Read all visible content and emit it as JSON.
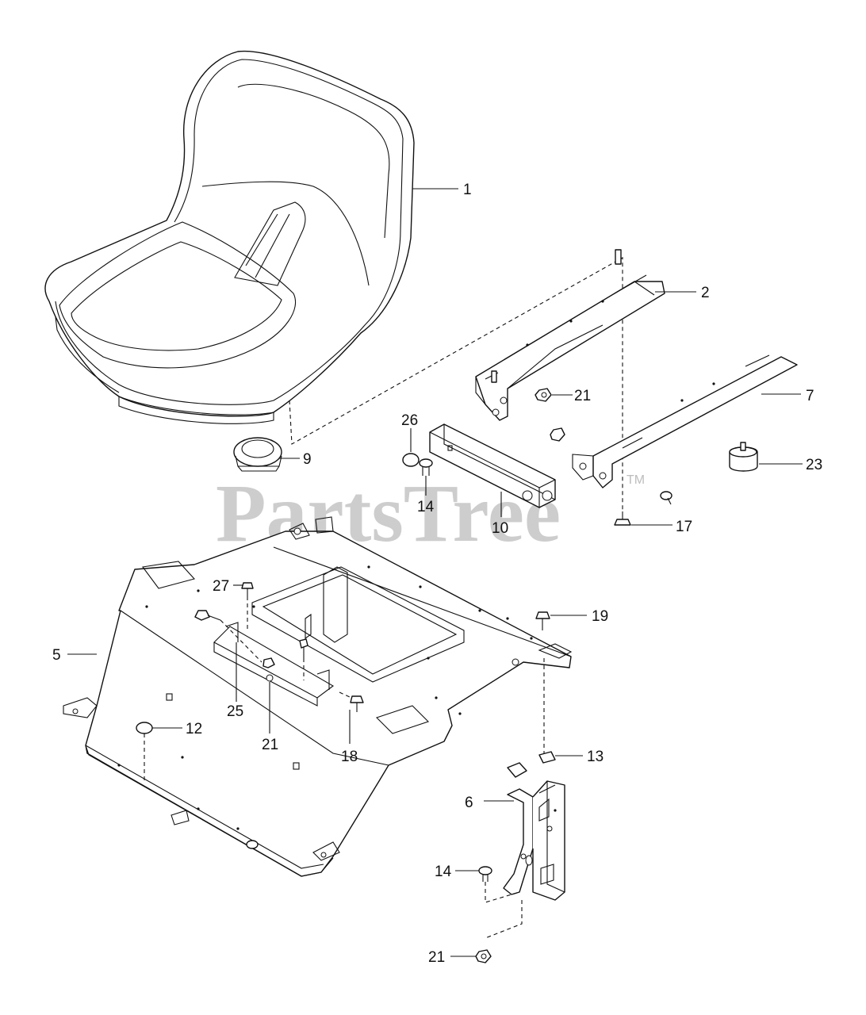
{
  "watermark": {
    "text": "PartsTree",
    "trademark": "TM"
  },
  "callouts": [
    {
      "id": "callout-1",
      "text": "1"
    },
    {
      "id": "callout-2",
      "text": "2"
    },
    {
      "id": "callout-21a",
      "text": "21"
    },
    {
      "id": "callout-7",
      "text": "7"
    },
    {
      "id": "callout-26",
      "text": "26"
    },
    {
      "id": "callout-9",
      "text": "9"
    },
    {
      "id": "callout-23",
      "text": "23"
    },
    {
      "id": "callout-14a",
      "text": "14"
    },
    {
      "id": "callout-10",
      "text": "10"
    },
    {
      "id": "callout-17",
      "text": "17"
    },
    {
      "id": "callout-27",
      "text": "27"
    },
    {
      "id": "callout-19",
      "text": "19"
    },
    {
      "id": "callout-5",
      "text": "5"
    },
    {
      "id": "callout-25",
      "text": "25"
    },
    {
      "id": "callout-12",
      "text": "12"
    },
    {
      "id": "callout-21b",
      "text": "21"
    },
    {
      "id": "callout-18",
      "text": "18"
    },
    {
      "id": "callout-13",
      "text": "13"
    },
    {
      "id": "callout-6",
      "text": "6"
    },
    {
      "id": "callout-14b",
      "text": "14"
    },
    {
      "id": "callout-21c",
      "text": "21"
    }
  ]
}
